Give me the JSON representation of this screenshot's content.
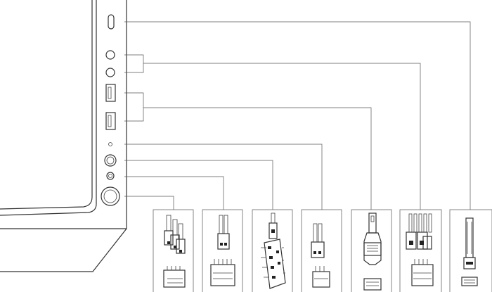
{
  "diagram": {
    "description_visible_text": "",
    "front_panel_ports": [
      {
        "id": "usb-c",
        "icon": "usb-c-port-icon"
      },
      {
        "id": "audio-jack-1",
        "icon": "audio-jack-icon"
      },
      {
        "id": "audio-jack-2",
        "icon": "audio-jack-icon"
      },
      {
        "id": "usb-a-1",
        "icon": "usb-a-port-icon"
      },
      {
        "id": "usb-a-2",
        "icon": "usb-a-port-icon"
      },
      {
        "id": "led",
        "icon": "led-indicator-icon"
      },
      {
        "id": "reset-button",
        "icon": "reset-button-icon"
      },
      {
        "id": "small-button",
        "icon": "small-button-icon"
      },
      {
        "id": "power-button",
        "icon": "power-button-icon"
      }
    ],
    "connectors": [
      {
        "id": "power-header",
        "icon": "power-switch-header-icon"
      },
      {
        "id": "reset-header",
        "icon": "reset-switch-header-icon"
      },
      {
        "id": "fan-hub",
        "icon": "fan-hub-board-icon"
      },
      {
        "id": "led-header",
        "icon": "led-header-icon"
      },
      {
        "id": "usb3-header",
        "icon": "usb3-header-icon"
      },
      {
        "id": "hd-audio-header",
        "icon": "hd-audio-header-icon"
      },
      {
        "id": "usb-c-header",
        "icon": "usb-c-header-icon"
      }
    ]
  }
}
